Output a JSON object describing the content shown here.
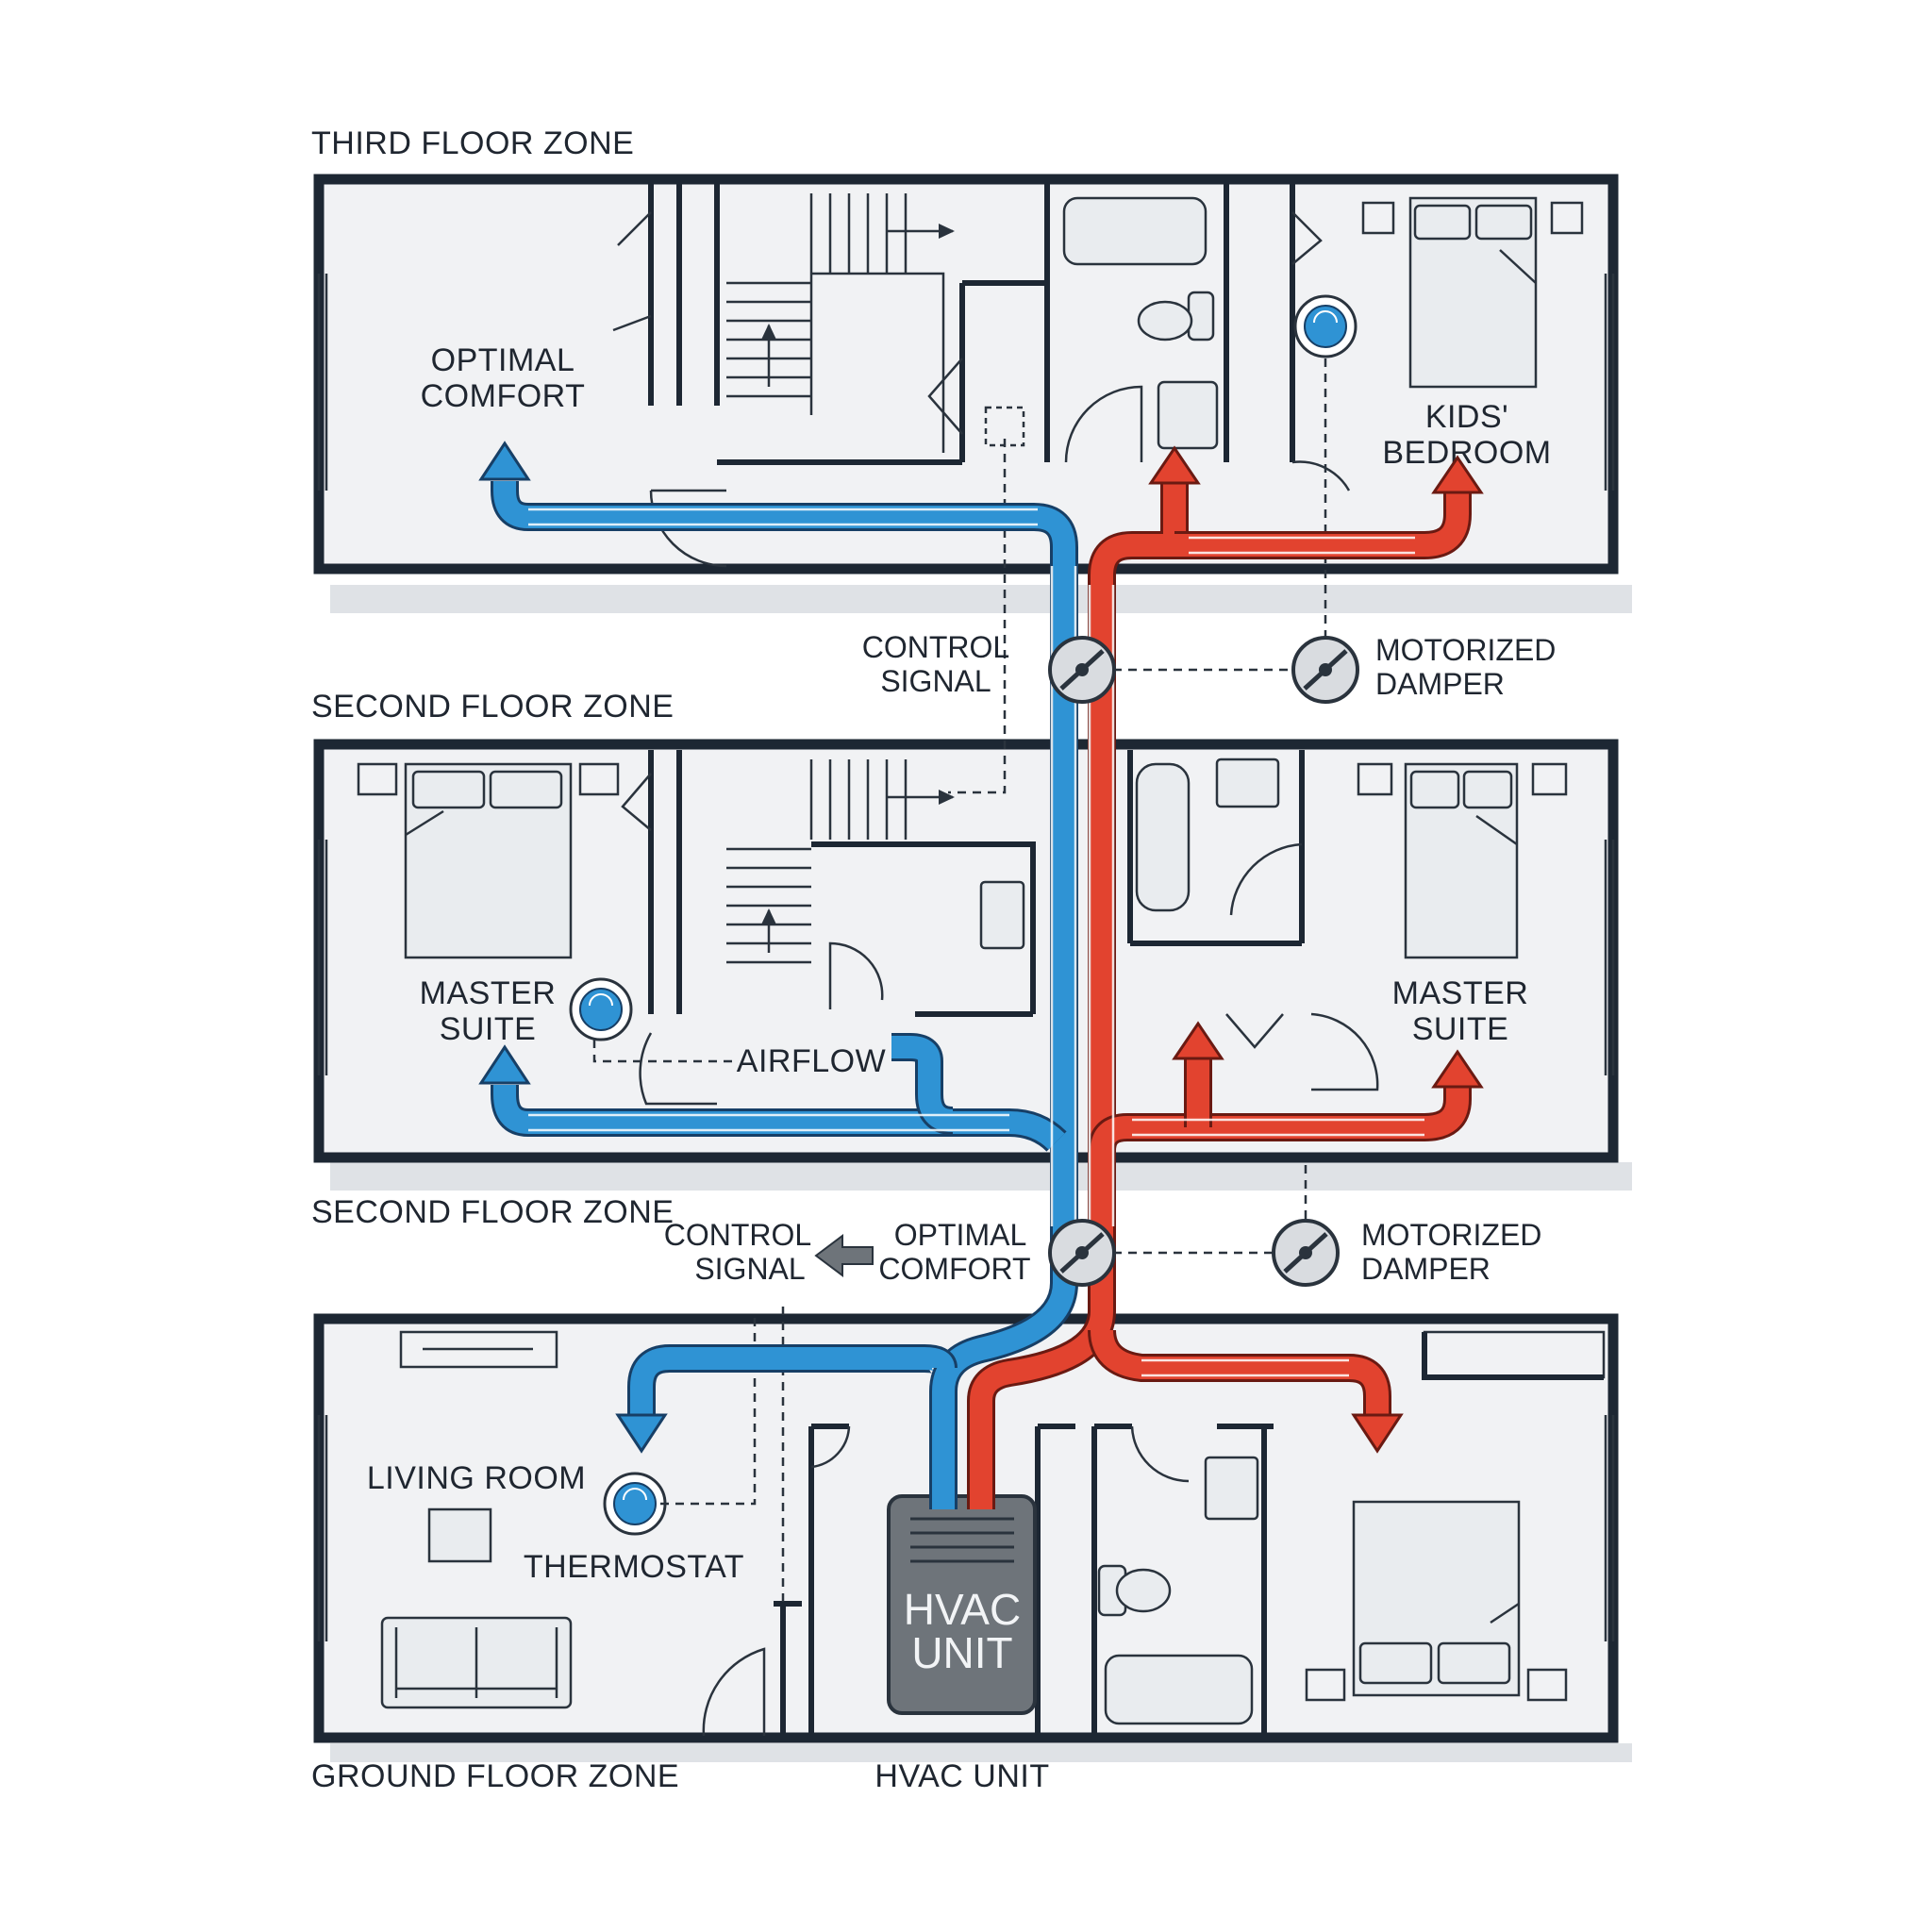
{
  "colors": {
    "supply_hot": "#e2432f",
    "return_cold": "#2f93d4",
    "walls": "#1d2733",
    "hvac_unit": "#6e747a",
    "thermostat": "#2f93d4"
  },
  "zones": {
    "third_floor": "THIRD FLOOR ZONE",
    "second_floor_upper": "SECOND FLOOR ZONE",
    "second_floor_lower": "SECOND FLOOR ZONE",
    "ground_floor": "GROUND FLOOR ZONE"
  },
  "third_floor": {
    "optimal_comfort_1": "OPTIMAL",
    "optimal_comfort_2": "COMFORT",
    "kids_bedroom_1": "KIDS'",
    "kids_bedroom_2": "BEDROOM"
  },
  "middle_band": {
    "control_signal_1": "CONTROL",
    "control_signal_2": "SIGNAL",
    "motorized_damper_1": "MOTORIZED",
    "motorized_damper_2": "DAMPER"
  },
  "second_floor": {
    "master_suite_left_1": "MASTER",
    "master_suite_left_2": "SUITE",
    "airflow": "AIRFLOW",
    "master_suite_right_1": "MASTER",
    "master_suite_right_2": "SUITE"
  },
  "lower_band": {
    "control_signal_1": "CONTROL",
    "control_signal_2": "SIGNAL",
    "optimal_comfort_1": "OPTIMAL",
    "optimal_comfort_2": "COMFORT",
    "motorized_damper_1": "MOTORIZED",
    "motorized_damper_2": "DAMPER"
  },
  "ground_floor": {
    "living_room": "LIVING ROOM",
    "thermostat": "THERMOSTAT",
    "hvac_unit_1": "HVAC",
    "hvac_unit_2": "UNIT",
    "hvac_unit_caption": "HVAC UNIT"
  },
  "icons": [
    "thermostat-icon",
    "damper-icon",
    "bed-icon",
    "sofa-icon",
    "toilet-icon",
    "bathtub-icon",
    "sink-icon",
    "stairs-icon",
    "door-swing-icon",
    "arrow-left-icon"
  ]
}
